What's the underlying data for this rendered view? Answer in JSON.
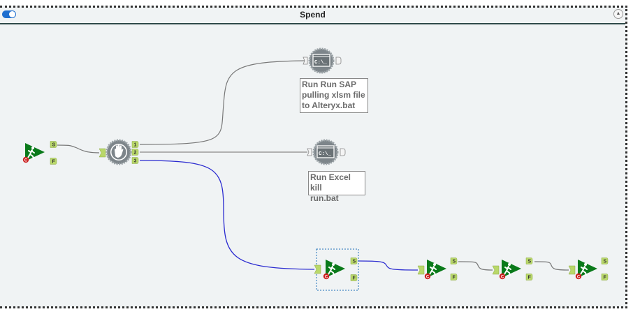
{
  "container": {
    "title": "Spend",
    "toggle_state": "on",
    "collapse_icon": "chevron-up-icon"
  },
  "tools": {
    "runner_start": {
      "type": "runner",
      "output_anchors": [
        "S",
        "F"
      ]
    },
    "block_until_done": {
      "type": "block-until-done",
      "output_anchors": [
        "1",
        "2",
        "3"
      ]
    },
    "run_command_1": {
      "type": "run-command",
      "icon_text": "C:\\_",
      "annotation": "Run Run SAP pulling xlsm file to Alteryx.bat",
      "annotation_lines": [
        "Run Run SAP",
        "pulling xlsm file",
        "to Alteryx.bat"
      ]
    },
    "run_command_2": {
      "type": "run-command",
      "icon_text": "C:\\_",
      "annotation": "Run Excel kill run.bat",
      "annotation_lines": [
        "Run Excel kill",
        "run.bat"
      ]
    },
    "runner_1": {
      "type": "runner",
      "selected": true,
      "output_anchors": [
        "S",
        "F"
      ]
    },
    "runner_2": {
      "type": "runner",
      "output_anchors": [
        "S",
        "F"
      ]
    },
    "runner_3": {
      "type": "runner",
      "output_anchors": [
        "S",
        "F"
      ]
    },
    "runner_4": {
      "type": "runner",
      "output_anchors": [
        "S",
        "F"
      ]
    }
  },
  "connections": [
    {
      "from": "runner_start.S",
      "to": "block_until_done.input",
      "color": "#777777"
    },
    {
      "from": "block_until_done.1",
      "to": "run_command_1.input",
      "color": "#777777"
    },
    {
      "from": "block_until_done.2",
      "to": "run_command_2.input",
      "color": "#999999"
    },
    {
      "from": "block_until_done.3",
      "to": "runner_1.input",
      "color": "#2a2ad0"
    },
    {
      "from": "runner_1.S",
      "to": "runner_2.input",
      "color": "#2a2ad0"
    },
    {
      "from": "runner_2.S",
      "to": "runner_3.input",
      "color": "#777777"
    },
    {
      "from": "runner_3.S",
      "to": "runner_4.input",
      "color": "#777777"
    }
  ],
  "colors": {
    "canvas": "#f0f3f4",
    "runner_green": "#0a7a1a",
    "anchor_green": "#b9d86a",
    "gear_gray": "#7d858a",
    "blue_conn": "#2a2ad0"
  }
}
